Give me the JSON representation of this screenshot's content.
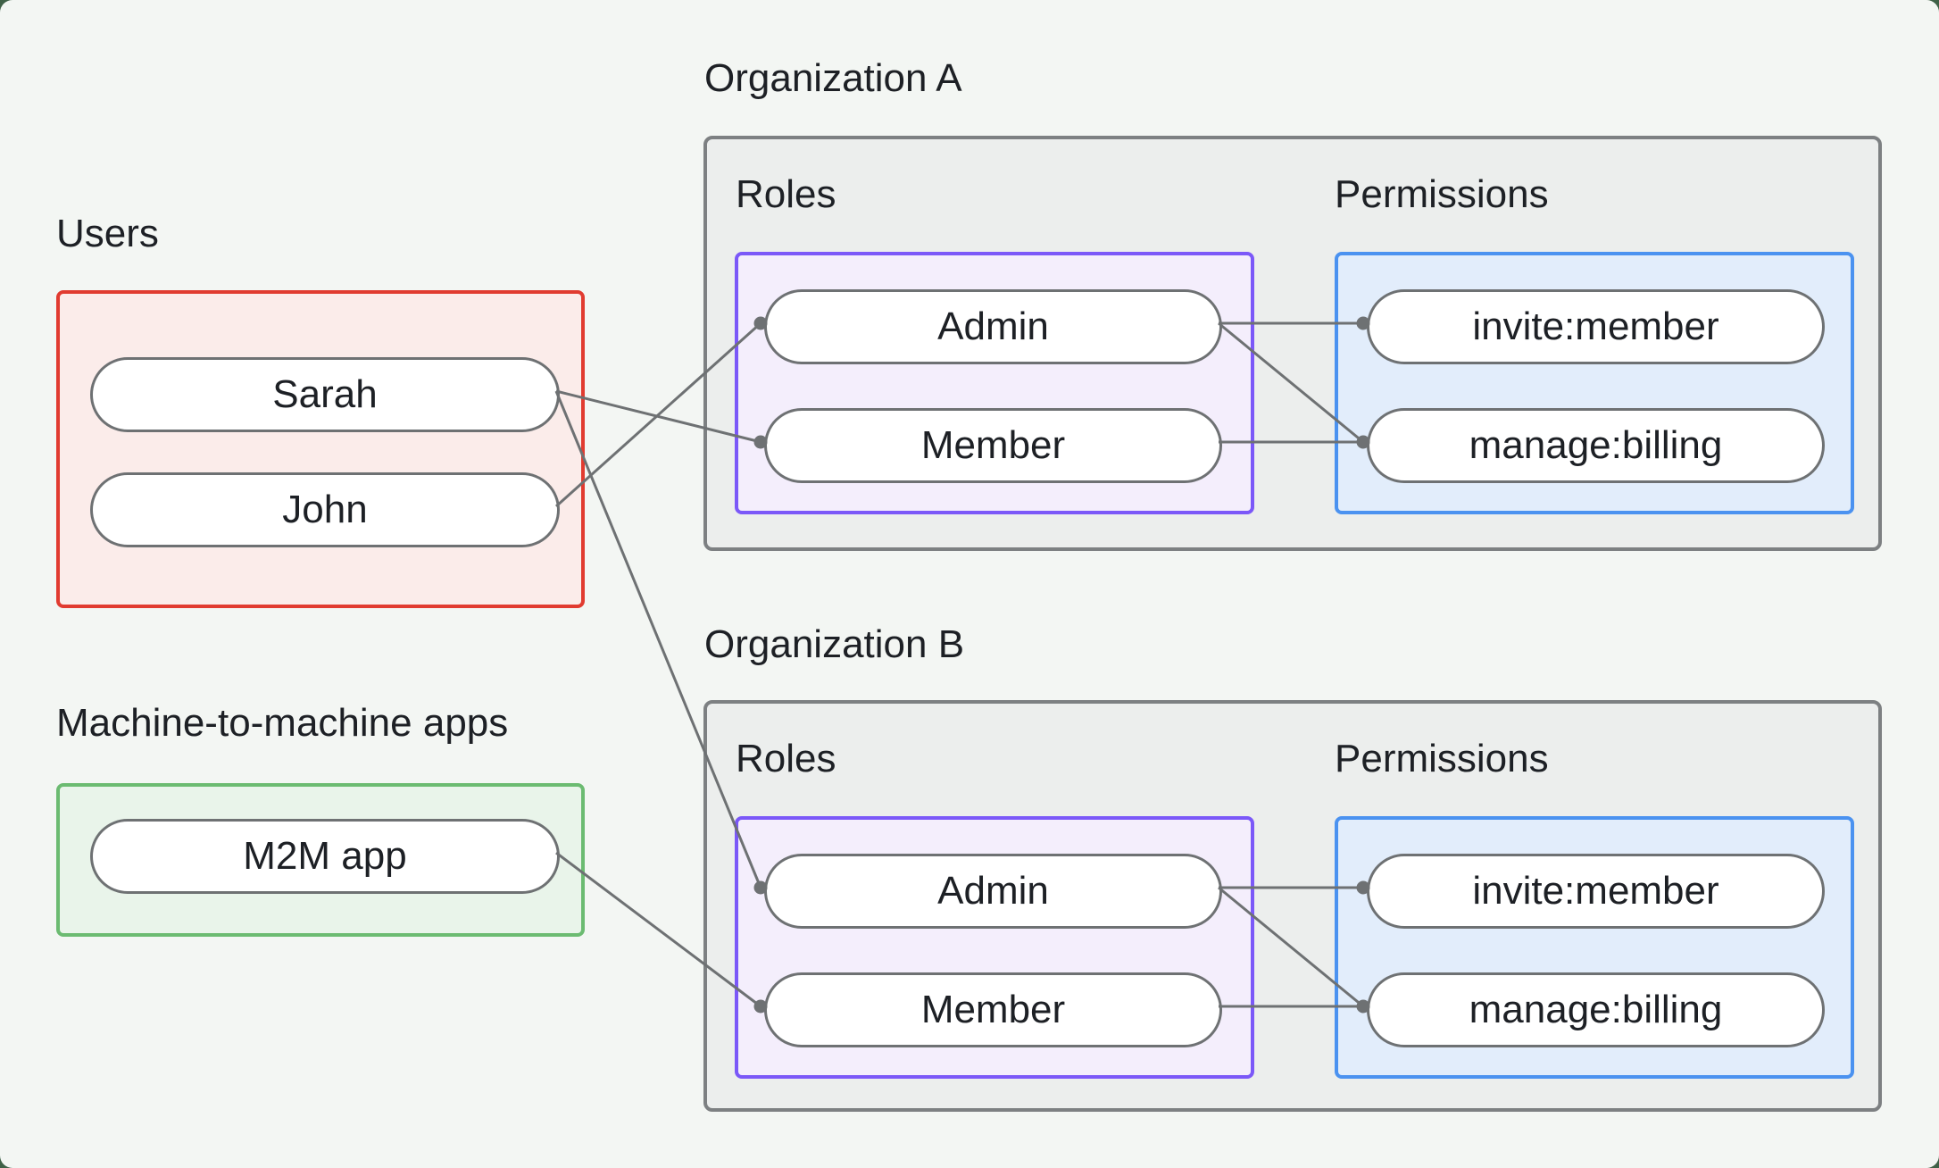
{
  "page": {
    "background": "#3f6147",
    "canvas_background": "#f3f6f3"
  },
  "users": {
    "label": "Users",
    "items": [
      "Sarah",
      "John"
    ]
  },
  "m2m": {
    "label": "Machine-to-machine apps",
    "items": [
      "M2M app"
    ]
  },
  "organizations": [
    {
      "title": "Organization A",
      "roles_label": "Roles",
      "permissions_label": "Permissions",
      "roles": [
        "Admin",
        "Member"
      ],
      "permissions": [
        "invite:member",
        "manage:billing"
      ]
    },
    {
      "title": "Organization B",
      "roles_label": "Roles",
      "permissions_label": "Permissions",
      "roles": [
        "Admin",
        "Member"
      ],
      "permissions": [
        "invite:member",
        "manage:billing"
      ]
    }
  ],
  "edges": [
    {
      "from": "sarah",
      "to": "org_a_member"
    },
    {
      "from": "john",
      "to": "org_a_admin"
    },
    {
      "from": "sarah",
      "to": "org_b_admin"
    },
    {
      "from": "m2m_app",
      "to": "org_b_member"
    },
    {
      "from": "org_a_admin",
      "to": "org_a_invite_member"
    },
    {
      "from": "org_a_admin",
      "to": "org_a_manage_billing"
    },
    {
      "from": "org_a_member",
      "to": "org_a_manage_billing"
    },
    {
      "from": "org_b_admin",
      "to": "org_b_invite_member"
    },
    {
      "from": "org_b_admin",
      "to": "org_b_manage_billing"
    },
    {
      "from": "org_b_member",
      "to": "org_b_manage_billing"
    }
  ],
  "colors": {
    "canvas_bg": "#f3f6f3",
    "text": "#1d2025",
    "users_border": "#e13b30",
    "users_fill": "#fbecea",
    "m2m_border": "#6bbb71",
    "m2m_fill": "#e9f4ea",
    "roles_border": "#7b58f8",
    "roles_fill": "#f4eefc",
    "permissions_border": "#4b92f0",
    "permissions_fill": "#e2edfb",
    "org_border": "#7d8082",
    "org_fill": "#eceeed",
    "node_border": "#6e7173",
    "node_fill": "#ffffff",
    "edge": "#6e7173"
  }
}
